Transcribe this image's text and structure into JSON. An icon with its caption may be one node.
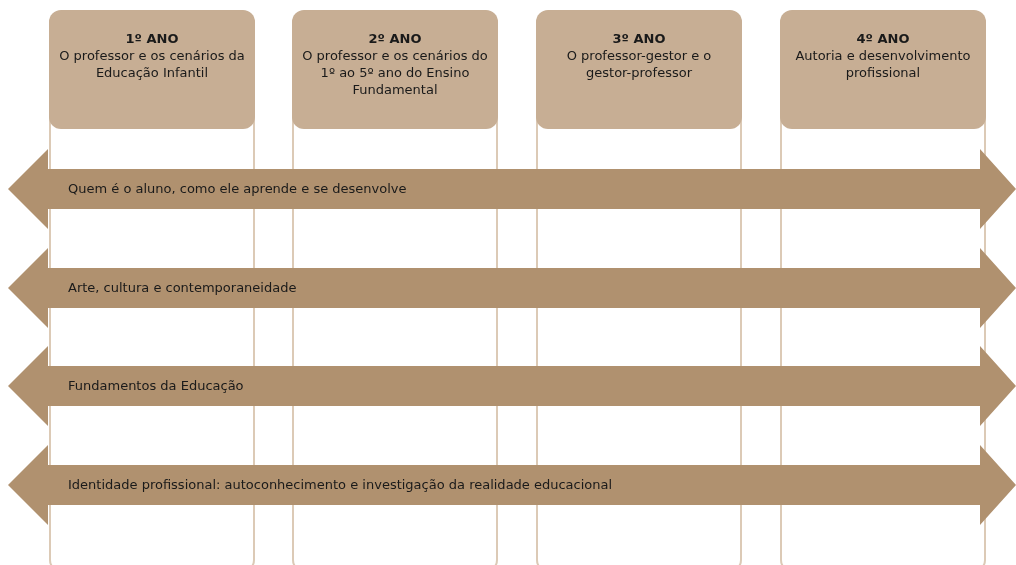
{
  "diagram": {
    "nodes": [
      {
        "text": [
          "1º ANO",
          "O professor e os cenários da Educação Infantil"
        ]
      },
      {
        "text": [
          "2º ANO",
          "O professor e os cenários do 1º ao 5º ano do Ensino Fundamental"
        ]
      },
      {
        "text": [
          "3º ANO",
          "O professor-gestor e o gestor-professor"
        ]
      },
      {
        "text": [
          "4º ANO",
          "Autoria e desenvolvimento profissional"
        ]
      },
      {
        "text": [
          "Quem é o aluno, como ele aprende e se desenvolve"
        ]
      },
      {
        "text": [
          "Arte, cultura e contemporaneidade"
        ]
      },
      {
        "text": [
          "Fundamentos da Educação"
        ]
      },
      {
        "text": [
          "Identidade profissional: autoconhecimento e investigação da realidade educacional"
        ]
      }
    ]
  }
}
